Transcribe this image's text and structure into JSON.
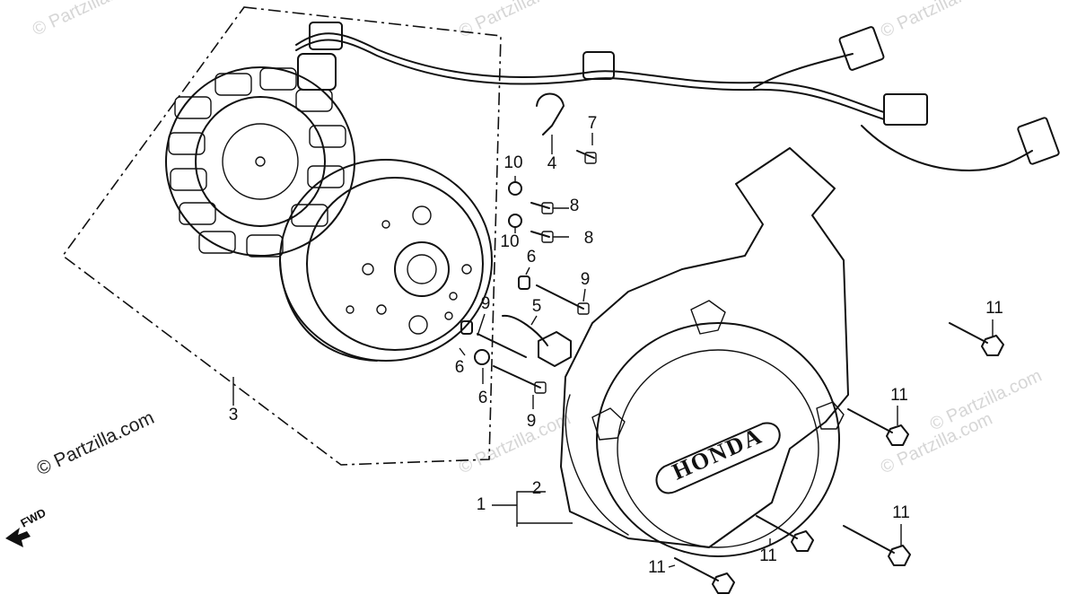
{
  "watermarks": {
    "top_left": "© Partzilla.com",
    "top_center": "© Partzilla.com",
    "top_right": "© Partzilla.com",
    "main": "© Partzilla.com",
    "mid_right": "© Partzilla.com",
    "bottom_center": "© Partzilla.com",
    "bottom_right": "© Partzilla.com"
  },
  "direction_label": "FWD",
  "cover_logo": "HONDA",
  "callouts": {
    "c1": "1",
    "c2": "2",
    "c3": "3",
    "c4": "4",
    "c5": "5",
    "c6a": "6",
    "c6b": "6",
    "c6c": "6",
    "c7": "7",
    "c8a": "8",
    "c8b": "8",
    "c9a": "9",
    "c9b": "9",
    "c9c": "9",
    "c10a": "10",
    "c10b": "10",
    "c11a": "11",
    "c11b": "11",
    "c11c": "11",
    "c11d": "11",
    "c11e": "11"
  }
}
